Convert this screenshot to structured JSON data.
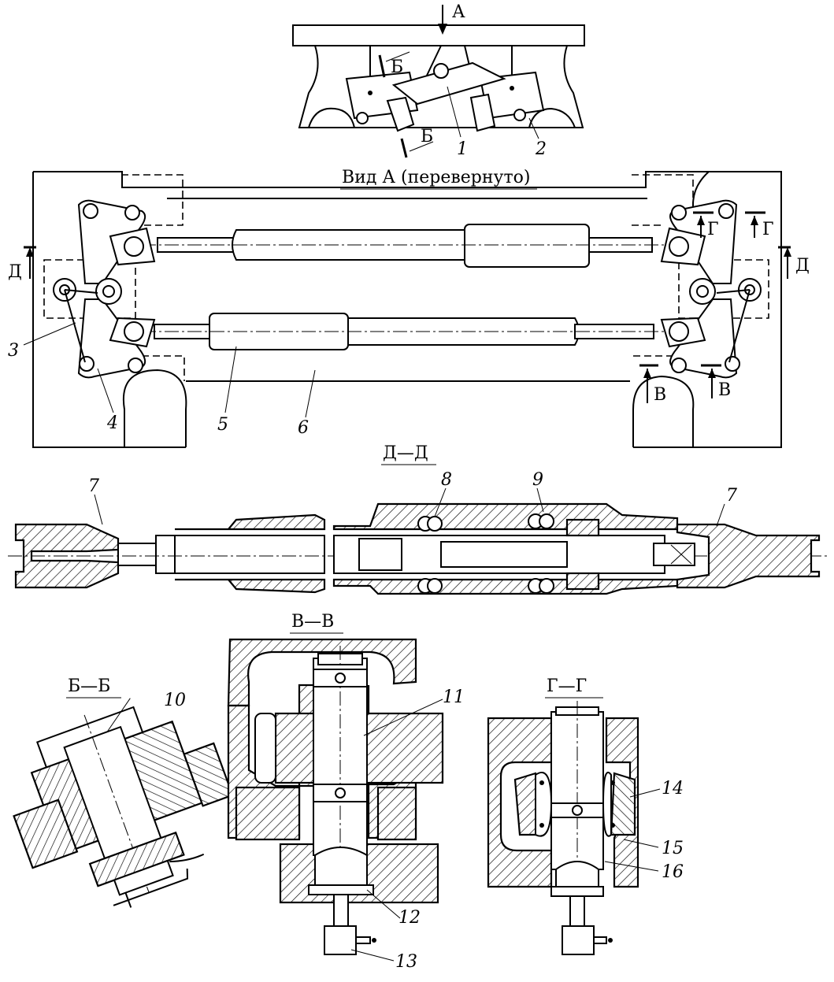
{
  "views": {
    "top_label_A": "А",
    "main_view_title": "Вид А (перевернуто)",
    "section_DD": "Д—Д",
    "section_VV": "В—В",
    "section_BB": "Б—Б",
    "section_GG": "Г—Г"
  },
  "cut_marks": {
    "B": "Б",
    "V": "В",
    "G": "Г",
    "D": "Д"
  },
  "callouts": {
    "n1": "1",
    "n2": "2",
    "n3": "3",
    "n4": "4",
    "n5": "5",
    "n6": "6",
    "n7": "7",
    "n8": "8",
    "n9": "9",
    "n10": "10",
    "n11": "11",
    "n12": "12",
    "n13": "13",
    "n14": "14",
    "n15": "15",
    "n16": "16"
  }
}
